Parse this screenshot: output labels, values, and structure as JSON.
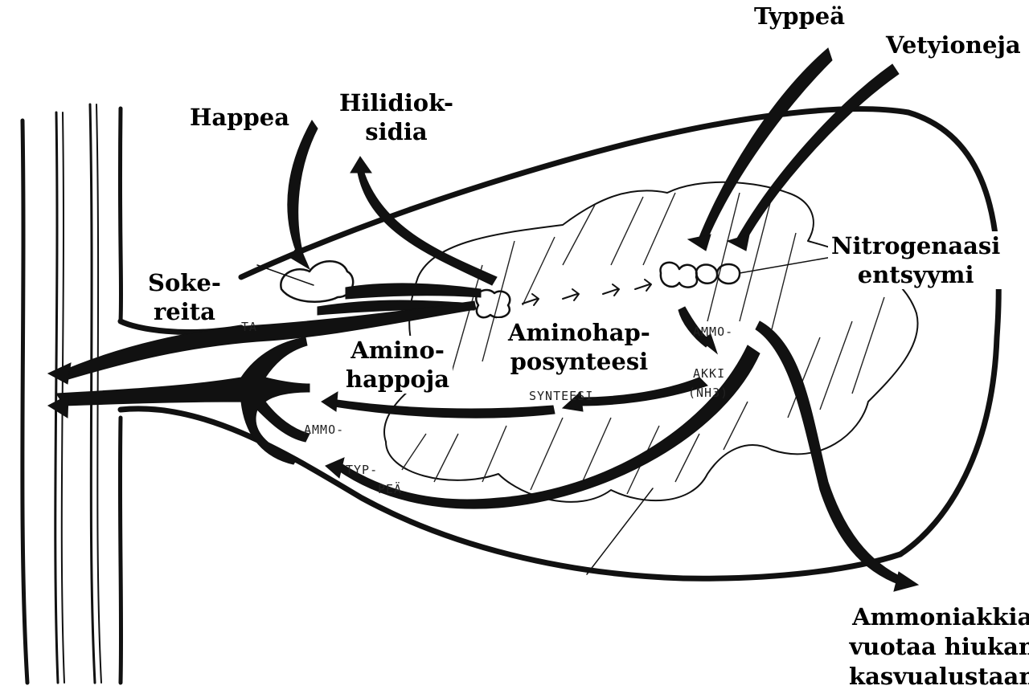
{
  "labels": {
    "typpea": "Typpeä",
    "vetyioneja": "Vetyioneja",
    "happea": "Happea",
    "hilidioksidia": [
      "Hilidiok-",
      "sidia"
    ],
    "nitrogenaasi": [
      "Nitrogenaasi",
      "entsyymi"
    ],
    "sokereita": [
      "Soke-",
      "reita"
    ],
    "aminohappoja": [
      "Amino-",
      "happoja"
    ],
    "aminohapposynteesi": [
      "Aminohap-",
      "posynteesi"
    ],
    "ammoniakkia": [
      "Ammoniakkia",
      "vuotaa hiukan",
      "kasvualustaan"
    ]
  },
  "sketch_text": {
    "ta": "TA",
    "ammo_left": "AMMO-",
    "typ": "TYP-",
    "pea": "PEÄ",
    "synteesi": "SYNTEESI",
    "ammo_right": "AMMO-",
    "akki": "AKKI",
    "nh3": "(NH3)"
  },
  "colors": {
    "ink": "#111111",
    "background": "#ffffff"
  }
}
